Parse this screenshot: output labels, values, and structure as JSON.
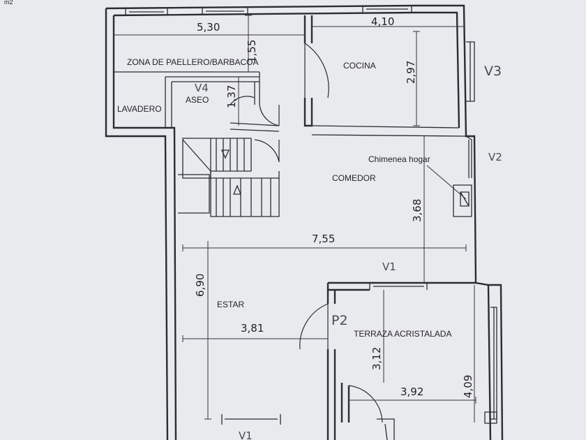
{
  "scale_note": "m2",
  "rooms": {
    "barbacoa": "ZONA DE PAELLERO/BARBACOA",
    "cocina": "COCINA",
    "lavadero": "LAVADERO",
    "aseo": "ASEO",
    "comedor": "COMEDOR",
    "estar": "ESTAR",
    "terraza": "TERRAZA ACRISTALADA",
    "chimenea": "Chimenea hogar"
  },
  "dimensions": {
    "d530": "5,30",
    "d410": "4,10",
    "d155": "1,55",
    "d297": "2,97",
    "d137": "1,37",
    "d368": "3,68",
    "d755": "7,55",
    "d690": "6,90",
    "d381": "3,81",
    "d312": "3,12",
    "d392": "3,92",
    "d409": "4,09"
  },
  "handwritten": {
    "v3": "V3",
    "v2": "V2",
    "v4": "V4",
    "v1": "V1",
    "v1b": "V1",
    "p2": "P2"
  }
}
